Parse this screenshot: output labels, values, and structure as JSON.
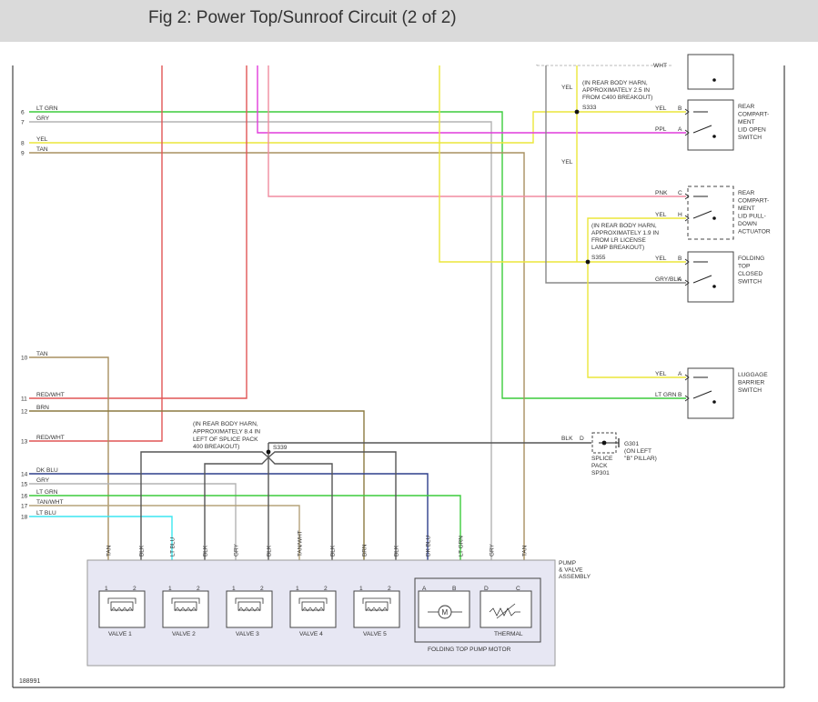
{
  "title": "Fig 2: Power Top/Sunroof Circuit (2 of 2)",
  "figure_id": "188991",
  "colors": {
    "LT GRN": "#3ccc3c",
    "GRY": "#b3b3b3",
    "YEL": "#ebe63a",
    "TAN": "#a89060",
    "RED/WHT": "#e05555",
    "BRN": "#8c7a40",
    "DK BLU": "#2d3e8c",
    "TAN/WHT": "#b5a37a",
    "LT BLU": "#3ce6f0",
    "PNK": "#f08ca0",
    "PPL": "#e13cdc",
    "BLK": "#555555",
    "GRY/BLK": "#888888"
  },
  "left_pins": [
    {
      "num": "6",
      "wire": "LT GRN"
    },
    {
      "num": "7",
      "wire": "GRY"
    },
    {
      "num": "8",
      "wire": "YEL"
    },
    {
      "num": "9",
      "wire": "TAN"
    },
    {
      "num": "10",
      "wire": "TAN"
    },
    {
      "num": "11",
      "wire": "RED/WHT"
    },
    {
      "num": "12",
      "wire": "BRN"
    },
    {
      "num": "13",
      "wire": "RED/WHT"
    },
    {
      "num": "14",
      "wire": "DK BLU"
    },
    {
      "num": "15",
      "wire": "GRY"
    },
    {
      "num": "16",
      "wire": "LT GRN"
    },
    {
      "num": "17",
      "wire": "TAN/WHT"
    },
    {
      "num": "18",
      "wire": "LT BLU"
    }
  ],
  "splices": {
    "s333": {
      "name": "S333",
      "note": [
        "(IN REAR BODY HARN,",
        "APPROXIMATELY 2.5 IN",
        "FROM C400 BREAKOUT)"
      ]
    },
    "s355": {
      "name": "S355",
      "note": [
        "(IN REAR BODY HARN,",
        "APPROXIMATELY 1.9 IN",
        "FROM LR LICENSE",
        "LAMP BREAKOUT)"
      ]
    },
    "s339": {
      "name": "S339",
      "note": [
        "(IN REAR BODY HARN,",
        "APPROXIMATELY 8.4 IN",
        "LEFT OF SPLICE PACK",
        "400 BREAKOUT)"
      ]
    }
  },
  "switches": [
    {
      "label": [
        "REAR",
        "COMPART-",
        "MENT",
        "LID OPEN",
        "SWITCH"
      ],
      "pins": [
        {
          "pin": "B",
          "wire": "YEL"
        },
        {
          "pin": "A",
          "wire": "PPL"
        }
      ]
    },
    {
      "label": [
        "REAR",
        "COMPART-",
        "MENT",
        "LID PULL-",
        "DOWN",
        "ACTUATOR"
      ],
      "pins": [
        {
          "pin": "C",
          "wire": "PNK"
        },
        {
          "pin": "H",
          "wire": "YEL"
        }
      ]
    },
    {
      "label": [
        "FOLDING",
        "TOP",
        "CLOSED",
        "SWITCH"
      ],
      "pins": [
        {
          "pin": "B",
          "wire": "YEL"
        },
        {
          "pin": "A",
          "wire": "GRY/BLK"
        }
      ]
    },
    {
      "label": [
        "LUGGAGE",
        "BARRIER",
        "SWITCH"
      ],
      "pins": [
        {
          "pin": "A",
          "wire": "YEL"
        },
        {
          "pin": "B",
          "wire": "LT GRN"
        }
      ]
    }
  ],
  "top_switch_pin_text": "WHT",
  "vertical_yel_1": "YEL",
  "vertical_yel_2": "YEL",
  "ground": {
    "wire": "BLK",
    "pin": "D",
    "splice_pack": [
      "SPLICE",
      "PACK",
      "SP301"
    ],
    "name": "G301",
    "note": [
      "(ON LEFT",
      "\"B\" PILLAR)"
    ]
  },
  "assembly": {
    "label": [
      "PUMP",
      "& VALVE",
      "ASSEMBLY"
    ],
    "wires": [
      "TAN",
      "BLK",
      "LT BLU",
      "BLK",
      "GRY",
      "BLK",
      "TAN/WHT",
      "BLK",
      "BRN",
      "BLK",
      "DK BLU",
      "LT GRN",
      "GRY",
      "TAN"
    ],
    "valves": [
      "VALVE 1",
      "VALVE 2",
      "VALVE 3",
      "VALVE 4",
      "VALVE 5"
    ],
    "valve_pins": [
      "1",
      "2"
    ],
    "motor_label": "FOLDING TOP PUMP MOTOR",
    "motor_pins": [
      "A",
      "B"
    ],
    "motor_symbol": "M",
    "thermal_label": "THERMAL",
    "thermal_pins": [
      "D",
      "C"
    ]
  }
}
